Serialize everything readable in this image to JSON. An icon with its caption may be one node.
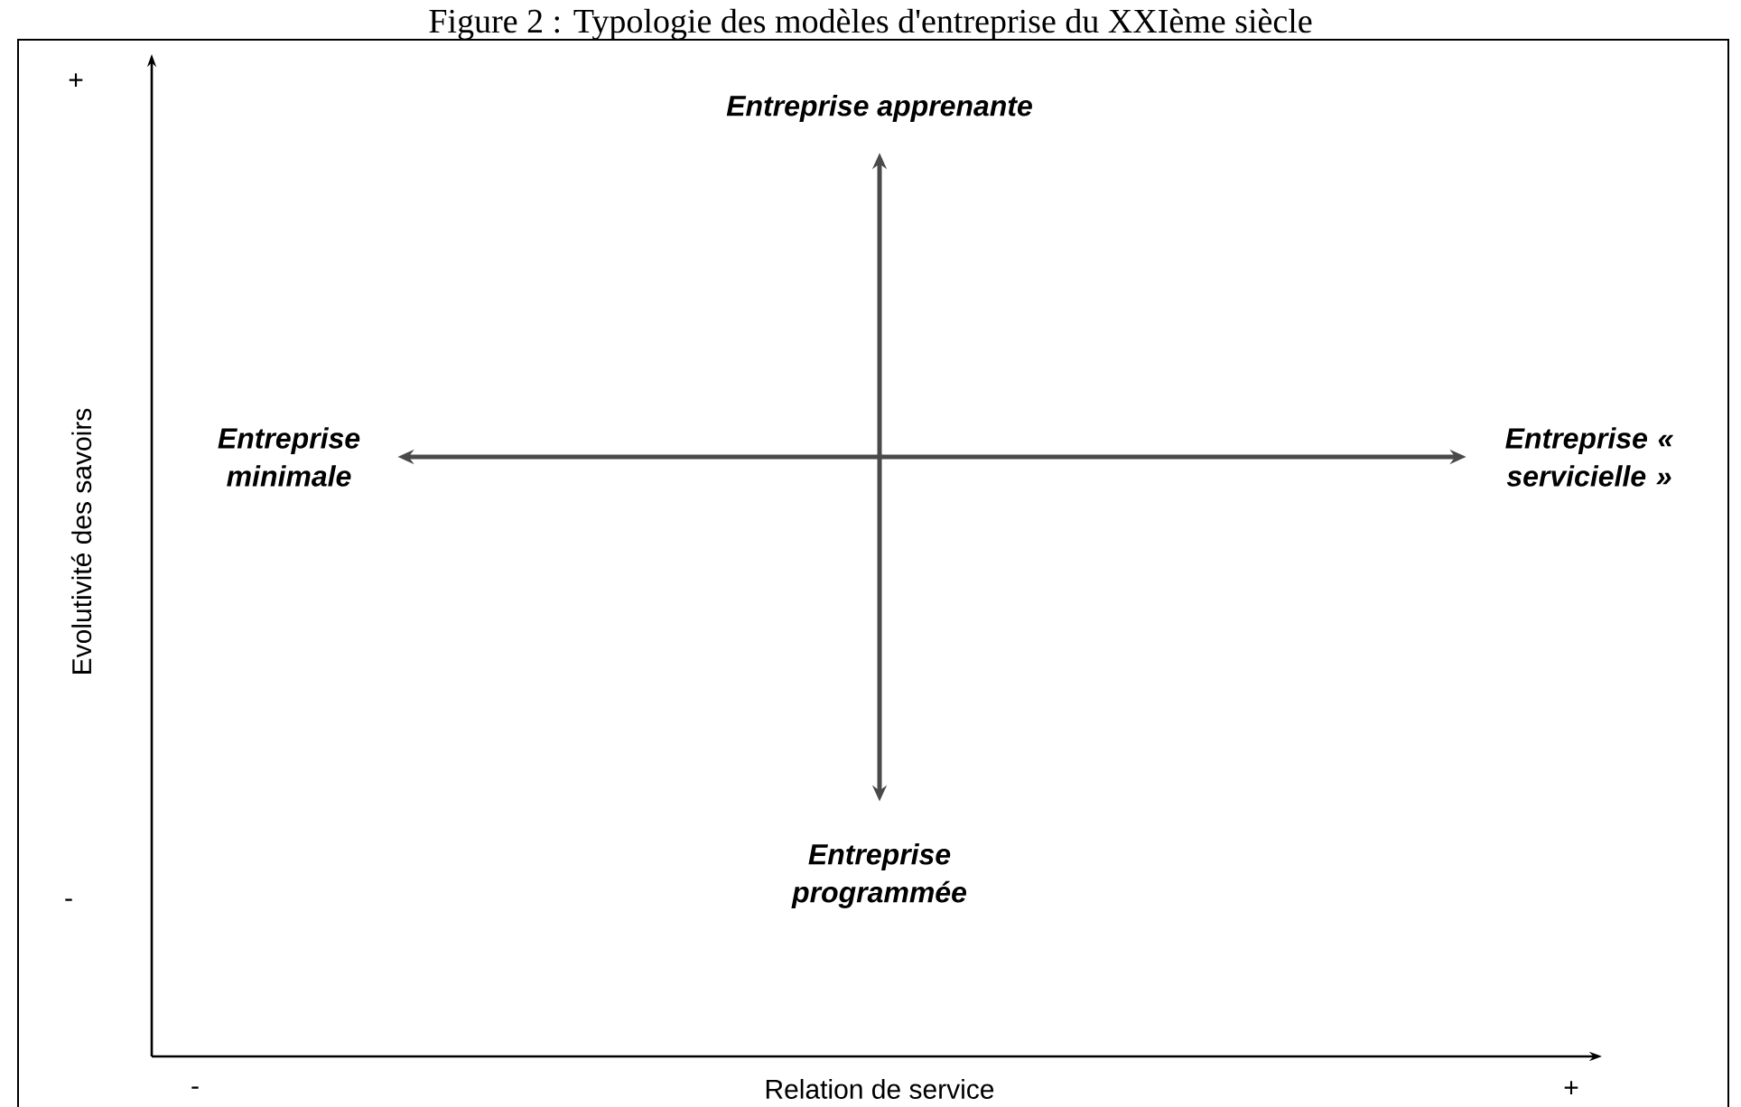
{
  "diagram": {
    "title": "Figure 2 : Typologie des modèles d'entreprise du XXIème siècle",
    "nodes": [
      {
        "text": [
          "Entreprise apprenante"
        ]
      },
      {
        "text": [
          "Entreprise minimale"
        ]
      },
      {
        "text": [
          "Entreprise « servicielle »"
        ]
      },
      {
        "text": [
          "Entreprise programmée"
        ]
      }
    ],
    "edges": [
      {
        "from": 0,
        "to": 3,
        "arrow": "both"
      },
      {
        "from": 1,
        "to": 2,
        "arrow": "both"
      }
    ],
    "labels": [
      "+",
      "Evolutivité des savoirs",
      "-",
      "-",
      "Relation de service",
      "+"
    ]
  }
}
